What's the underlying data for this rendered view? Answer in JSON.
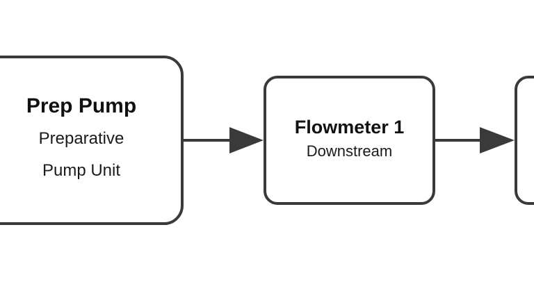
{
  "diagram": {
    "nodes": [
      {
        "id": "prep-pump",
        "title": "Prep Pump",
        "subtitle_lines": [
          "Preparative",
          "Pump Unit"
        ]
      },
      {
        "id": "flowmeter-1",
        "title": "Flowmeter 1",
        "subtitle_lines": [
          "Downstream"
        ]
      },
      {
        "id": "next-node",
        "title": "",
        "subtitle_lines": []
      }
    ],
    "edges": [
      {
        "from": "prep-pump",
        "to": "flowmeter-1"
      },
      {
        "from": "flowmeter-1",
        "to": "next-node"
      }
    ],
    "colors": {
      "stroke": "#3a3a3a",
      "text": "#111111",
      "background": "#ffffff"
    }
  }
}
